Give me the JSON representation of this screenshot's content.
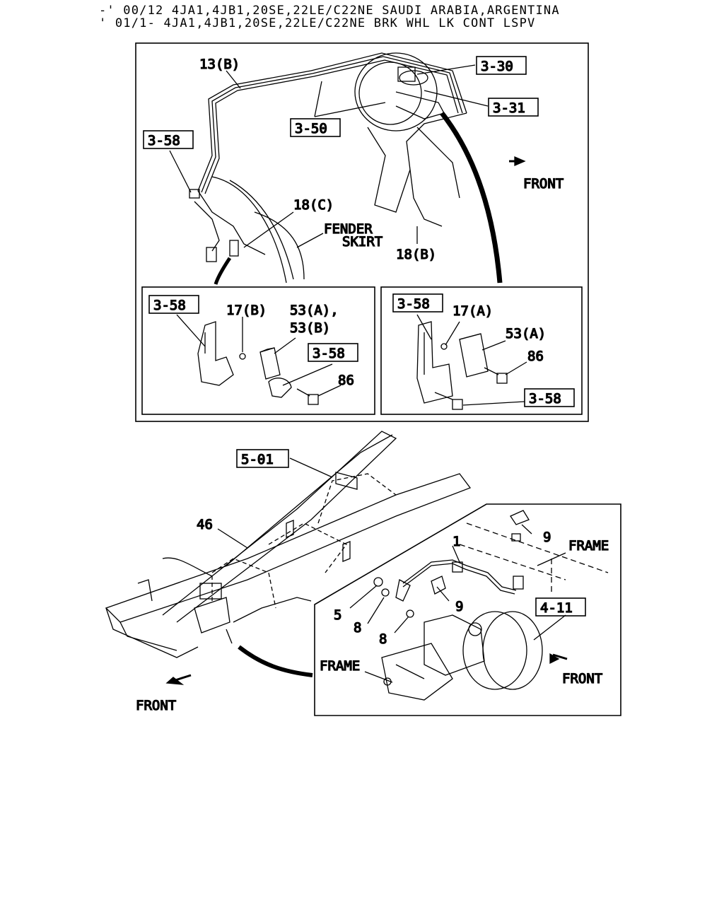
{
  "header": {
    "line1": "-' 00/12 4JA1,4JB1,20SE,22LE/C22NE SAUDI ARABIA,ARGENTINA",
    "line2": "' 01/1- 4JA1,4JB1,20SE,22LE/C22NE BRK WHL LK CONT LSPV"
  },
  "top_panel": {
    "labels": {
      "p13b": "13(B)",
      "p18c": "18(C)",
      "p18b": "18(B)",
      "fender1": "FENDER",
      "fender2": "SKIRT",
      "front": "FRONT"
    },
    "refs": {
      "r330": "3-30",
      "r331": "3-31",
      "r350": "3-50",
      "r358": "3-58"
    }
  },
  "detail_left": {
    "ref": "3-58",
    "ref2": "3-58",
    "p17b": "17(B)",
    "p53a": "53(A),",
    "p53b": "53(B)",
    "p86": "86"
  },
  "detail_right": {
    "ref": "3-58",
    "ref2": "3-58",
    "p17a": "17(A)",
    "p53a": "53(A)",
    "p86": "86"
  },
  "bottom": {
    "ref501": "5-01",
    "p46": "46",
    "front": "FRONT"
  },
  "bottom_detail": {
    "p1": "1",
    "p9a": "9",
    "p9b": "9",
    "p5": "5",
    "p8a": "8",
    "p8b": "8",
    "frame1": "FRAME",
    "frame2": "FRAME",
    "ref411": "4-11",
    "front": "FRONT"
  }
}
